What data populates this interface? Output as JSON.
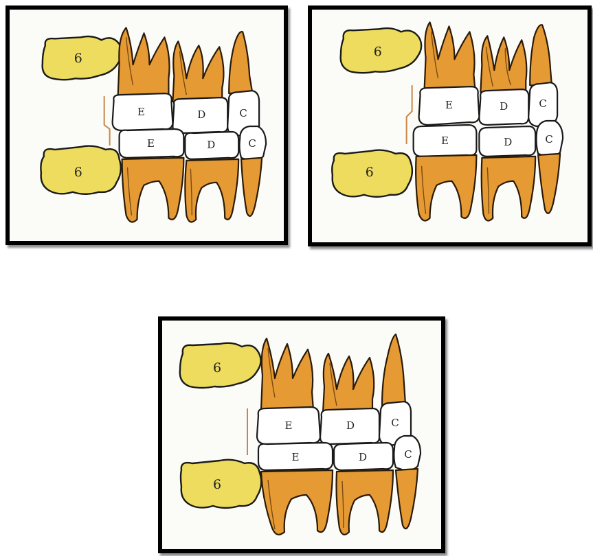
{
  "panels": [
    {
      "upper_first_molar": "6",
      "lower_first_molar": "6",
      "upper_teeth": [
        "E",
        "D",
        "C"
      ],
      "lower_teeth": [
        "E",
        "D",
        "C"
      ],
      "terminal_plane": "distal-step"
    },
    {
      "upper_first_molar": "6",
      "lower_first_molar": "6",
      "upper_teeth": [
        "E",
        "D",
        "C"
      ],
      "lower_teeth": [
        "E",
        "D",
        "C"
      ],
      "terminal_plane": "mesial-step"
    },
    {
      "upper_first_molar": "6",
      "lower_first_molar": "6",
      "upper_teeth": [
        "E",
        "D",
        "C"
      ],
      "lower_teeth": [
        "E",
        "D",
        "C"
      ],
      "terminal_plane": "flush"
    }
  ],
  "colors": {
    "root": "#e69a34",
    "crown": "#ffffff",
    "molar": "#eedc5e",
    "terminal_plane_line": "#c8864a",
    "border": "#000000"
  }
}
